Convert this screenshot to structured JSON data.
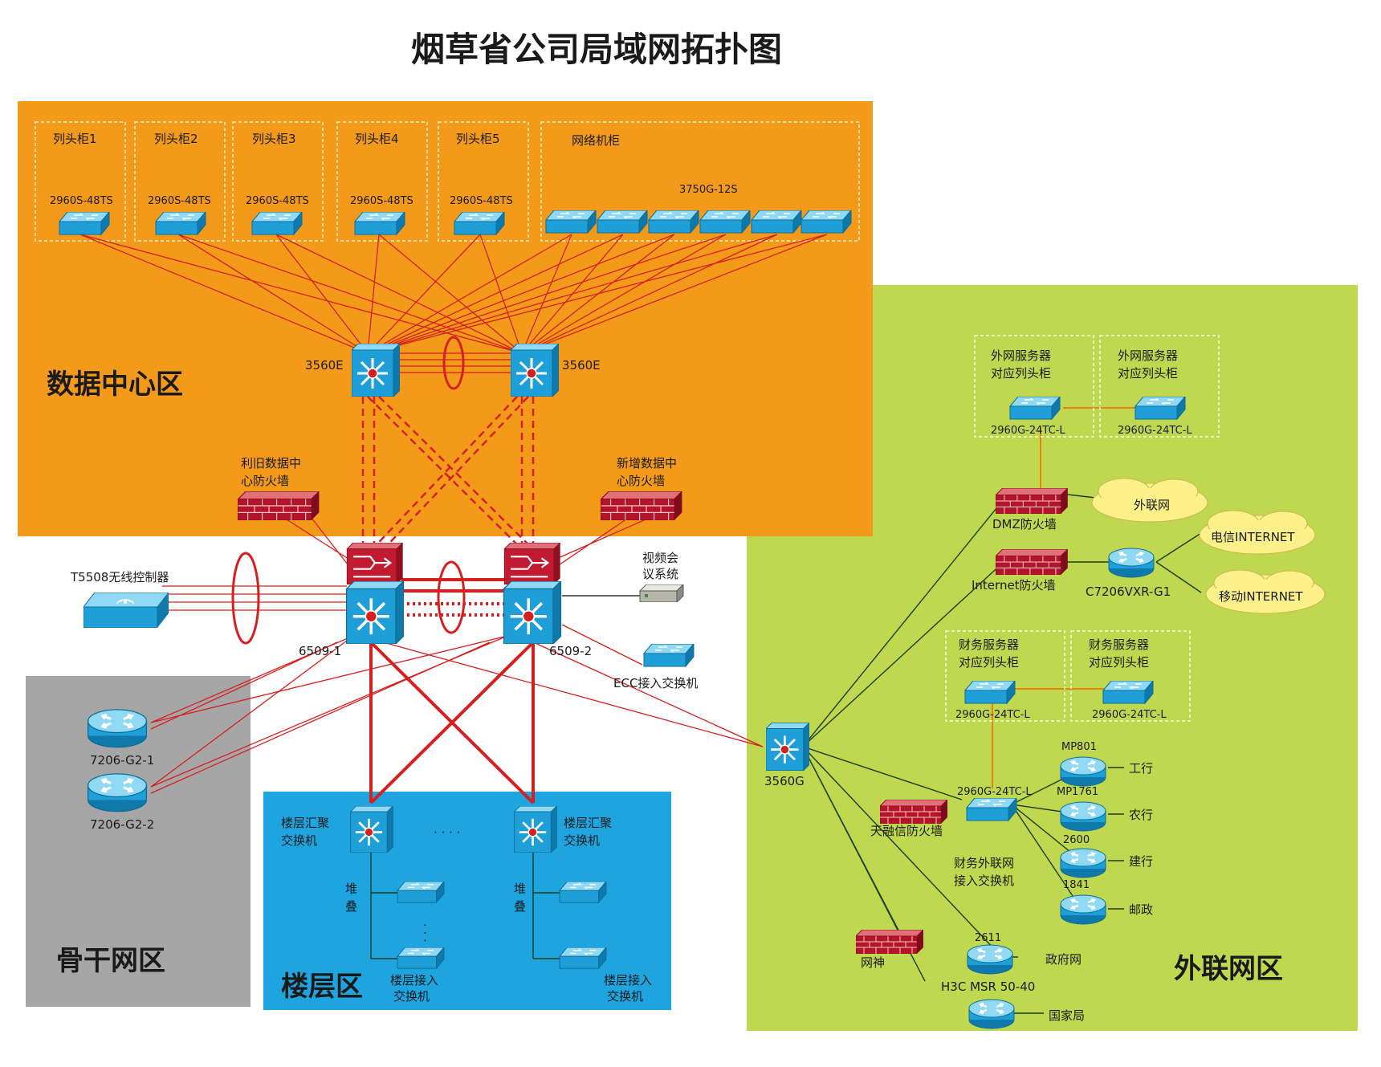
{
  "title": "烟草省公司局域网拓扑图",
  "zones": {
    "datacenter": "数据中心区",
    "backbone": "骨干网区",
    "floor": "楼层区",
    "external": "外联网区"
  },
  "racks": {
    "r1": "列头柜1",
    "r2": "列头柜2",
    "r3": "列头柜3",
    "r4": "列头柜4",
    "r5": "列头柜5",
    "network": "网络机柜"
  },
  "models": {
    "access_48": "2960S-48TS",
    "stack_12s": "3750G-12S",
    "core_3560e": "3560E",
    "core_6509_1": "6509-1",
    "core_6509_2": "6509-2",
    "sw_3560g": "3560G",
    "sw_2960g": "2960G-24TC-L",
    "rt_7206_1": "7206-G2-1",
    "rt_7206_2": "7206-G2-2",
    "rt_c7206": "C7206VXR-G1",
    "rt_mp801": "MP801",
    "rt_mp1761": "MP1761",
    "rt_2600": "2600",
    "rt_1841": "1841",
    "rt_2611": "2611",
    "rt_h3c": "H3C MSR 50-40"
  },
  "labels": {
    "fw_old_line1": "利旧数据中",
    "fw_old_line2": "心防火墙",
    "fw_new_line1": "新增数据中",
    "fw_new_line2": "心防火墙",
    "wlc": "T5508无线控制器",
    "video_line1": "视频会",
    "video_line2": "议系统",
    "ecc": "ECC接入交换机",
    "floor_agg_line1": "楼层汇聚",
    "floor_agg_line2": "交换机",
    "stack_line1": "堆",
    "stack_line2": "叠",
    "floor_access_line1": "楼层接入",
    "floor_access_line2": "交换机",
    "ellipsis": "· · · ·",
    "ext_srv_line1": "外网服务器",
    "ext_srv_line2": "对应列头柜",
    "dmz_fw": "DMZ防火墙",
    "extranet": "外联网",
    "telecom": "电信INTERNET",
    "mobile": "移动INTERNET",
    "internet_fw": "Internet防火墙",
    "fin_srv_line1": "财务服务器",
    "fin_srv_line2": "对应列头柜",
    "trust_fw": "天融信防火墙",
    "fin_ext_line1": "财务外联网",
    "fin_ext_line2": "接入交换机",
    "bank_icbc": "工行",
    "bank_abc": "农行",
    "bank_ccb": "建行",
    "post": "邮政",
    "gatekeeper": "网神",
    "gov_net": "政府网",
    "state_bureau": "国家局"
  },
  "colors": {
    "datacenter": "#f39a1b",
    "backbone": "#a6a6a6",
    "floor": "#1ea5e0",
    "external": "#bfd84f",
    "link": "#d61f1f",
    "cloud": "#fbf08a"
  }
}
